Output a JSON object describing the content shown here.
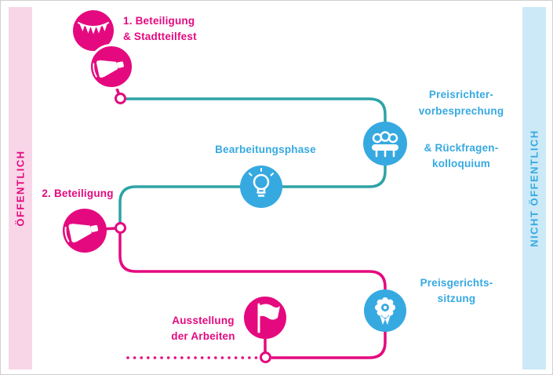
{
  "colors": {
    "pink": "#E5097F",
    "blue": "#36A9E1",
    "teal": "#2EA3A6",
    "pink_band_bg": "#F8D6E8",
    "blue_band_bg": "#CBE9F7"
  },
  "bands": {
    "left": {
      "label": "ÖFFENTLICH"
    },
    "right": {
      "label": "NICHT ÖFFENTLICH"
    }
  },
  "nodes": {
    "stadtteilfest": {
      "label": "1. Beteiligung\n& Stadtteilfest",
      "icons": [
        "bunting-icon",
        "megaphone-icon"
      ]
    },
    "preisrichter": {
      "label_part1": "Preisrichter-\nvorbesprechung",
      "label_part2": "& Rückfragen-\nkolloquium",
      "icon": "jury-icon"
    },
    "bearbeitung": {
      "label": "Bearbeitungsphase",
      "icon": "lightbulb-icon"
    },
    "beteiligung2": {
      "label": "2. Beteiligung",
      "icon": "megaphone-icon"
    },
    "preisgericht": {
      "label": "Preisgerichts-\nsitzung",
      "icon": "rosette-icon"
    },
    "ausstellung": {
      "label": "Ausstellung\nder Arbeiten",
      "icon": "flag-icon"
    }
  }
}
